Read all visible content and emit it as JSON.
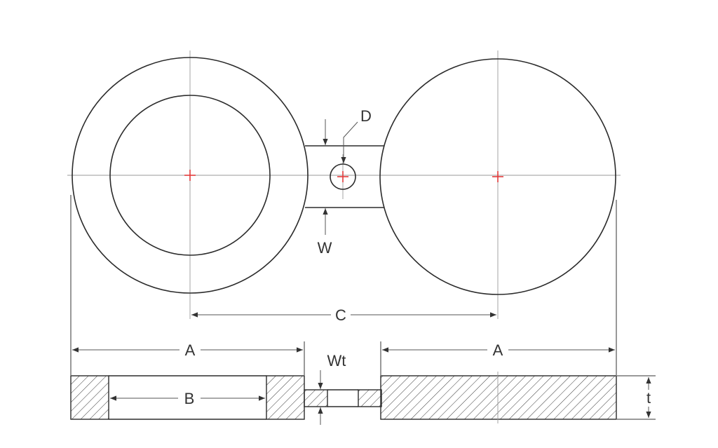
{
  "diagram": {
    "labels": {
      "d": "D",
      "w": "W",
      "c": "C",
      "a_left": "A",
      "a_right": "A",
      "b": "B",
      "wt": "Wt",
      "t": "t"
    },
    "colors": {
      "outline": "#2b2b2b",
      "centerline": "#9a9a9a",
      "center_mark": "#e33b3b"
    }
  }
}
